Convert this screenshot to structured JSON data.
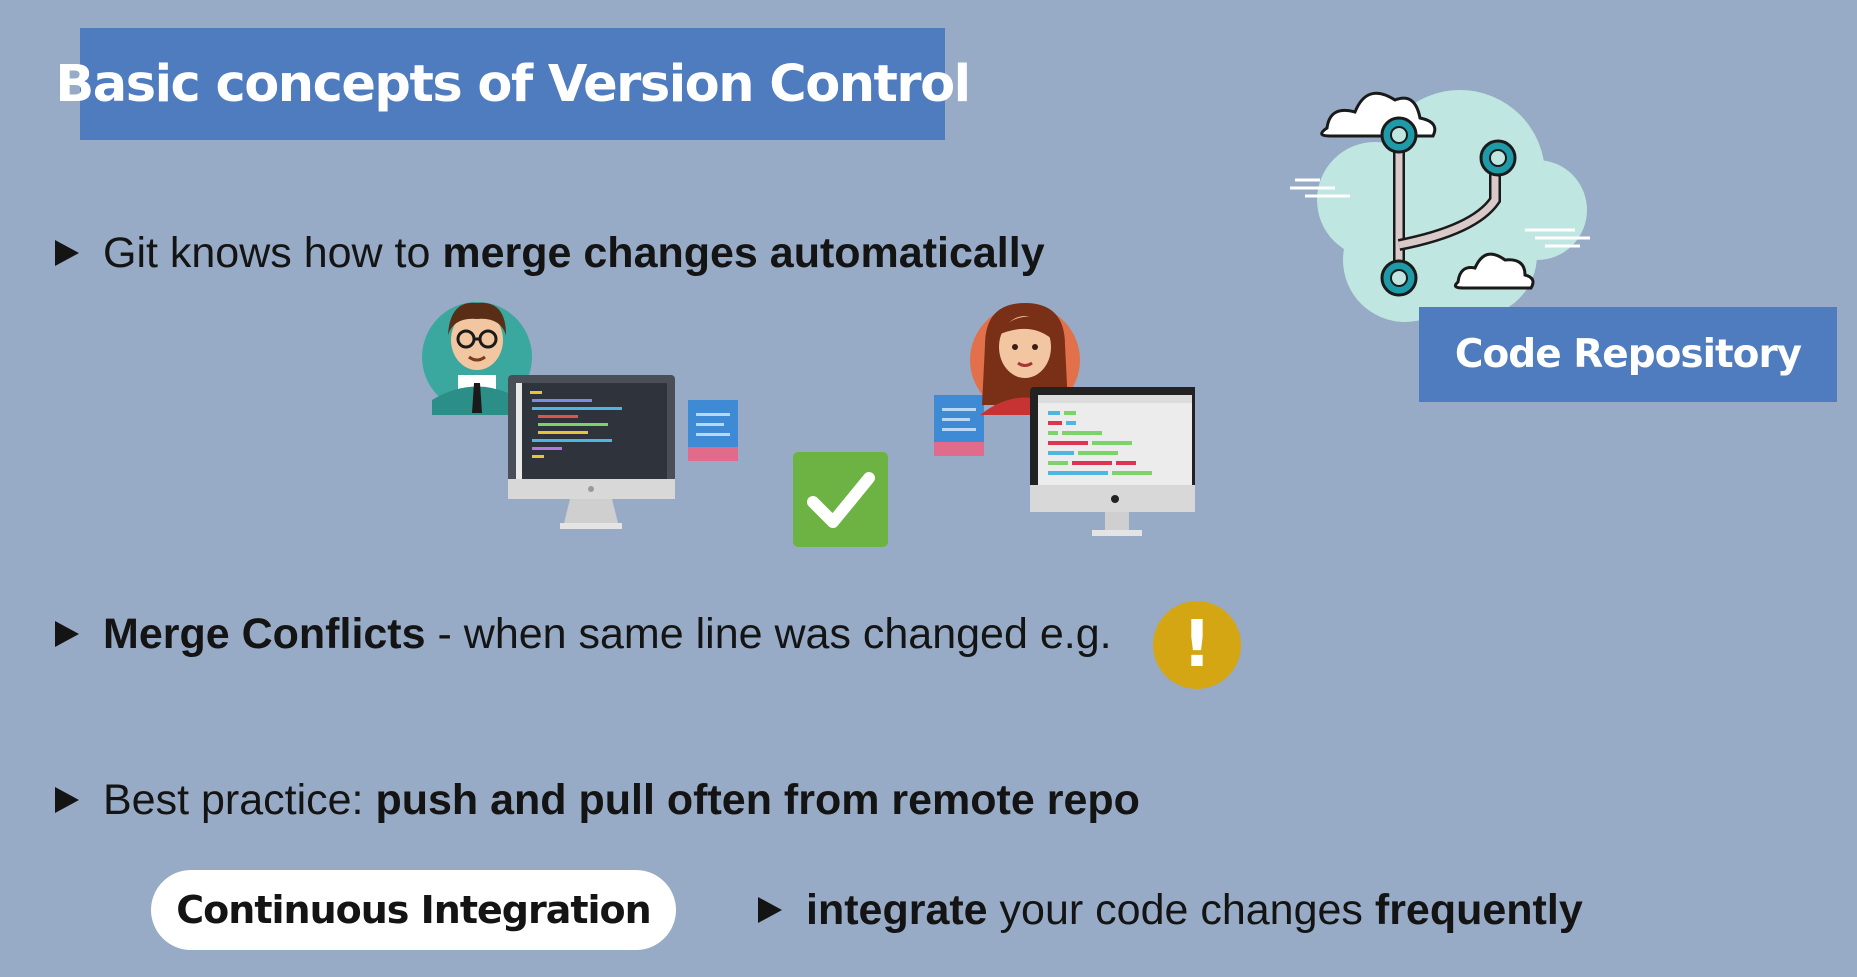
{
  "slide": {
    "title": "Basic concepts of Version Control",
    "repo_label": "Code Repository",
    "bullets": [
      {
        "normal": "Git knows how to ",
        "bold": "merge changes automatically"
      },
      {
        "bold": "Merge Conflicts",
        "normal": " - when same line was changed e.g."
      },
      {
        "normal": "Best practice: ",
        "bold": "push and pull often from remote repo"
      }
    ],
    "ci": {
      "pill_label": "Continuous Integration",
      "bold1": "integrate",
      "normal": " your code changes ",
      "bold2": "frequently"
    },
    "warning_symbol": "!"
  },
  "icons": {
    "check": "checkmark-icon",
    "warning": "exclamation-icon",
    "bullet": "triangle-bullet-icon",
    "repo": "git-branch-cloud-icon"
  },
  "colors": {
    "background": "#97abc6",
    "box_blue": "#4f7bbf",
    "check_green": "#6db344",
    "warning_yellow": "#d4a614",
    "cloud_mint": "#bfe6e0",
    "node_teal": "#1f9aa8"
  }
}
